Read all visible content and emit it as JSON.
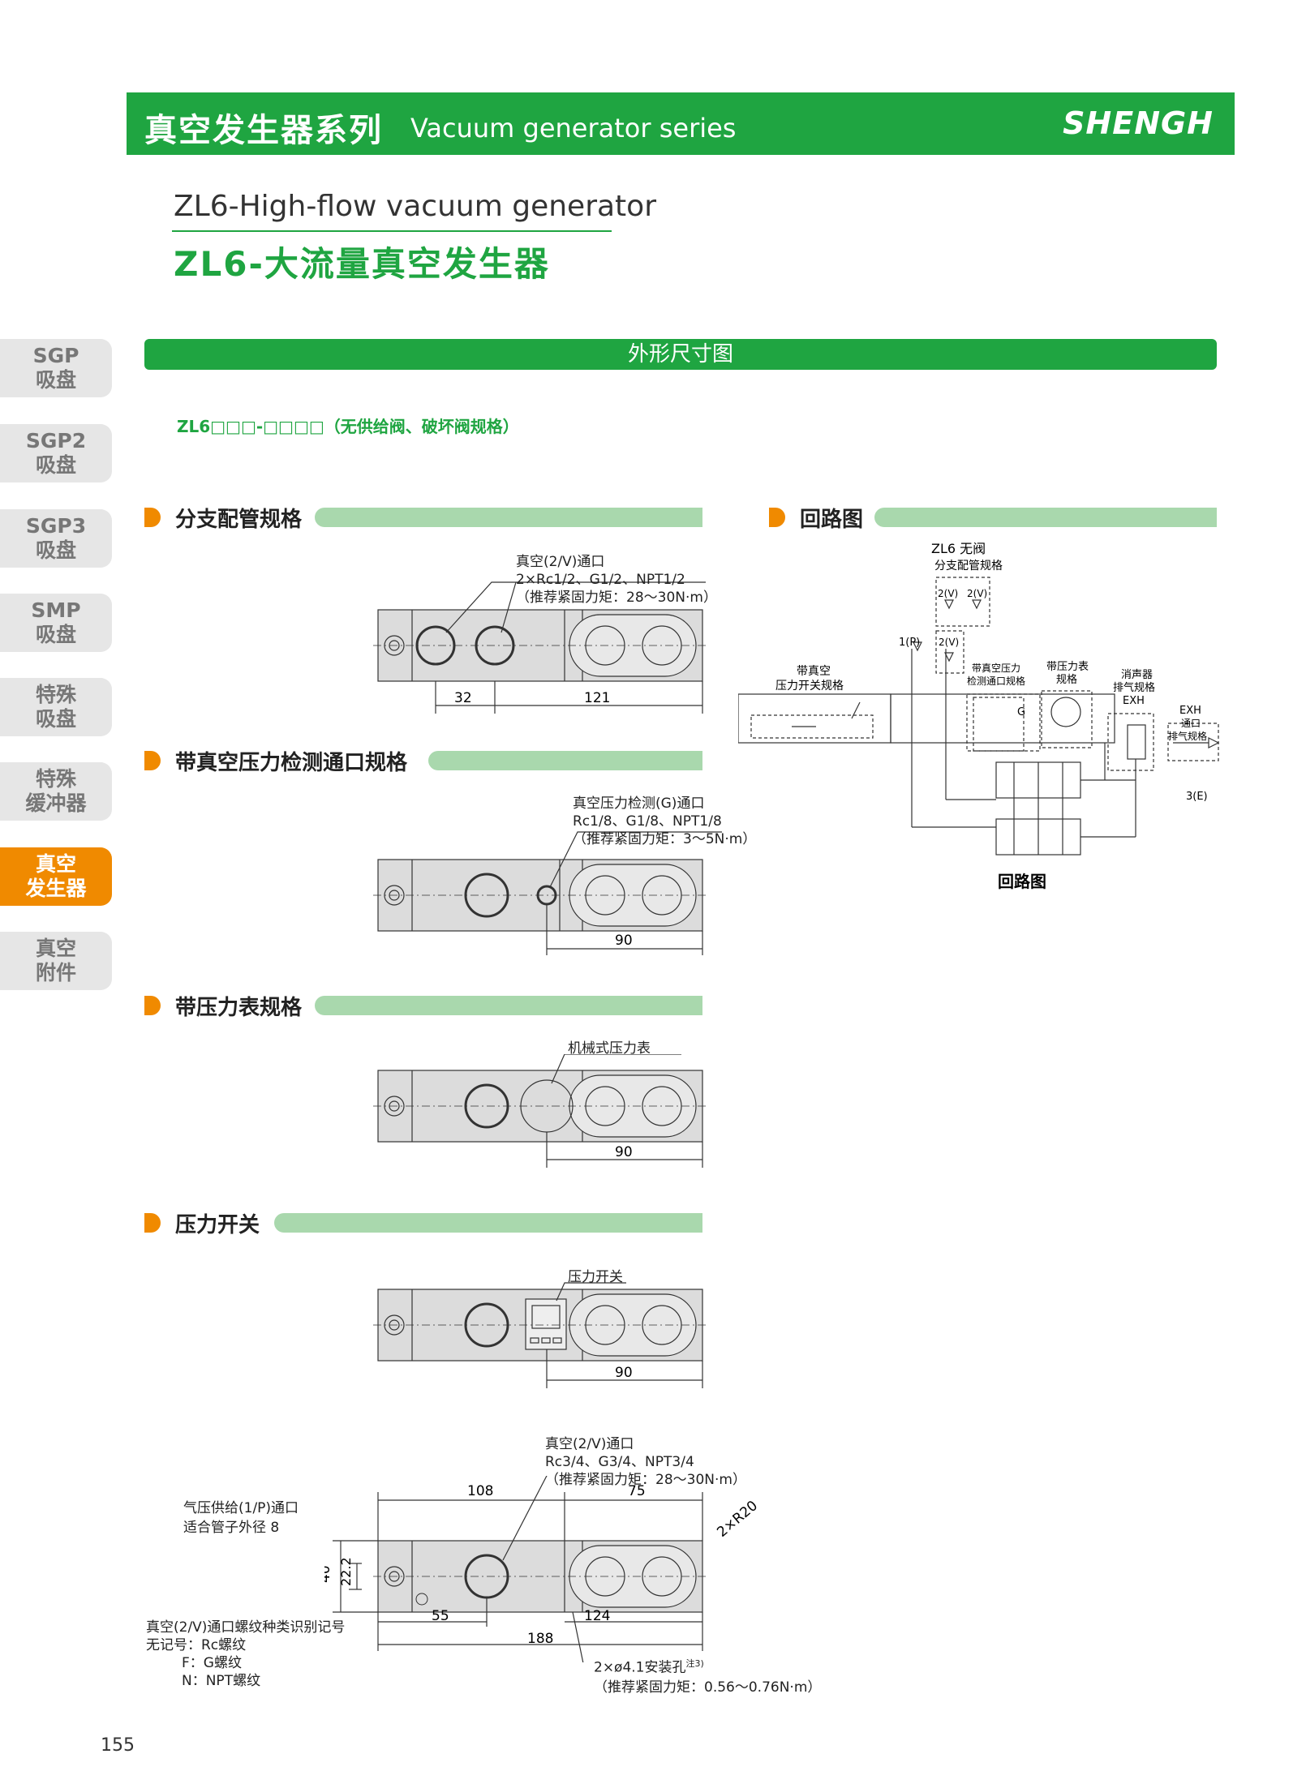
{
  "header": {
    "title_zh": "真空发生器系列",
    "title_en": "Vacuum generator series",
    "logo": "SHENGH"
  },
  "title_en": "ZL6-High-flow vacuum generator",
  "title_zh": "ZL6-大流量真空发生器",
  "tabs": [
    {
      "l1": "SGP",
      "l2": "吸盘",
      "active": false
    },
    {
      "l1": "SGP2",
      "l2": "吸盘",
      "active": false
    },
    {
      "l1": "SGP3",
      "l2": "吸盘",
      "active": false
    },
    {
      "l1": "SMP",
      "l2": "吸盘",
      "active": false
    },
    {
      "l1": "特殊",
      "l2": "吸盘",
      "active": false
    },
    {
      "l1": "特殊",
      "l2": "缓冲器",
      "active": false
    },
    {
      "l1": "真空",
      "l2": "发生器",
      "active": true
    },
    {
      "l1": "真空",
      "l2": "附件",
      "active": false
    }
  ],
  "band": "外形尺寸图",
  "model": "ZL6□□□-□□□□（无供给阀、破坏阀规格）",
  "sections": {
    "branch": "分支配管规格",
    "gauge_port": "带真空压力检测通口规格",
    "gauge": "带压力表规格",
    "switch": "压力开关",
    "circuit": "回路图"
  },
  "d1": {
    "n1": "真空(2/V)通口",
    "n2": "2×Rc1/2、G1/2、NPT1/2",
    "n3": "（推荐紧固力矩：28～30N·m）",
    "dim_a": "32",
    "dim_b": "121"
  },
  "d2": {
    "n1": "真空压力检测(G)通口",
    "n2": "Rc1/8、G1/8、NPT1/8",
    "n3": "（推荐紧固力矩：3～5N·m）",
    "dim": "90"
  },
  "d3": {
    "n1": "机械式压力表",
    "dim": "90"
  },
  "d4": {
    "n1": "压力开关",
    "dim": "90"
  },
  "d5": {
    "v1": "真空(2/V)通口",
    "v2": "Rc3/4、G3/4、NPT3/4",
    "v3": "（推荐紧固力矩：28～30N·m）",
    "p1": "气压供给(1/P)通口",
    "p2": "适合管子外径 8",
    "c1": "真空(2/V)通口螺纹种类识别记号",
    "c2": "无记号：Rc螺纹",
    "c3": "F：G螺纹",
    "c4": "N：NPT螺纹",
    "m1": "2×ø4.1安装孔",
    "m_note": "注3)",
    "m2": "（推荐紧固力矩：0.56～0.76N·m）",
    "dim_108": "108",
    "dim_75": "75",
    "dim_r": "2×R20",
    "dim_40": "40",
    "dim_22": "22.2",
    "dim_55": "55",
    "dim_124": "124",
    "dim_188": "188"
  },
  "circuit": {
    "title": "ZL6 无阀",
    "branch": "分支配管规格",
    "port1": "1(P)",
    "port2a": "2(V)",
    "port2b": "2(V)",
    "port2c": "2(V)",
    "sw1": "带真空",
    "sw2": "压力开关规格",
    "gp1": "带真空压力",
    "gp2": "检测通口规格",
    "g": "G",
    "pg1": "带压力表",
    "pg2": "规格",
    "si1": "消声器",
    "si2": "排气规格",
    "si3": "EXH",
    "ex1": "EXH",
    "ex2": "通口",
    "ex3": "排气规格",
    "port3": "3(E)",
    "caption": "回路图"
  },
  "page_number": "155"
}
